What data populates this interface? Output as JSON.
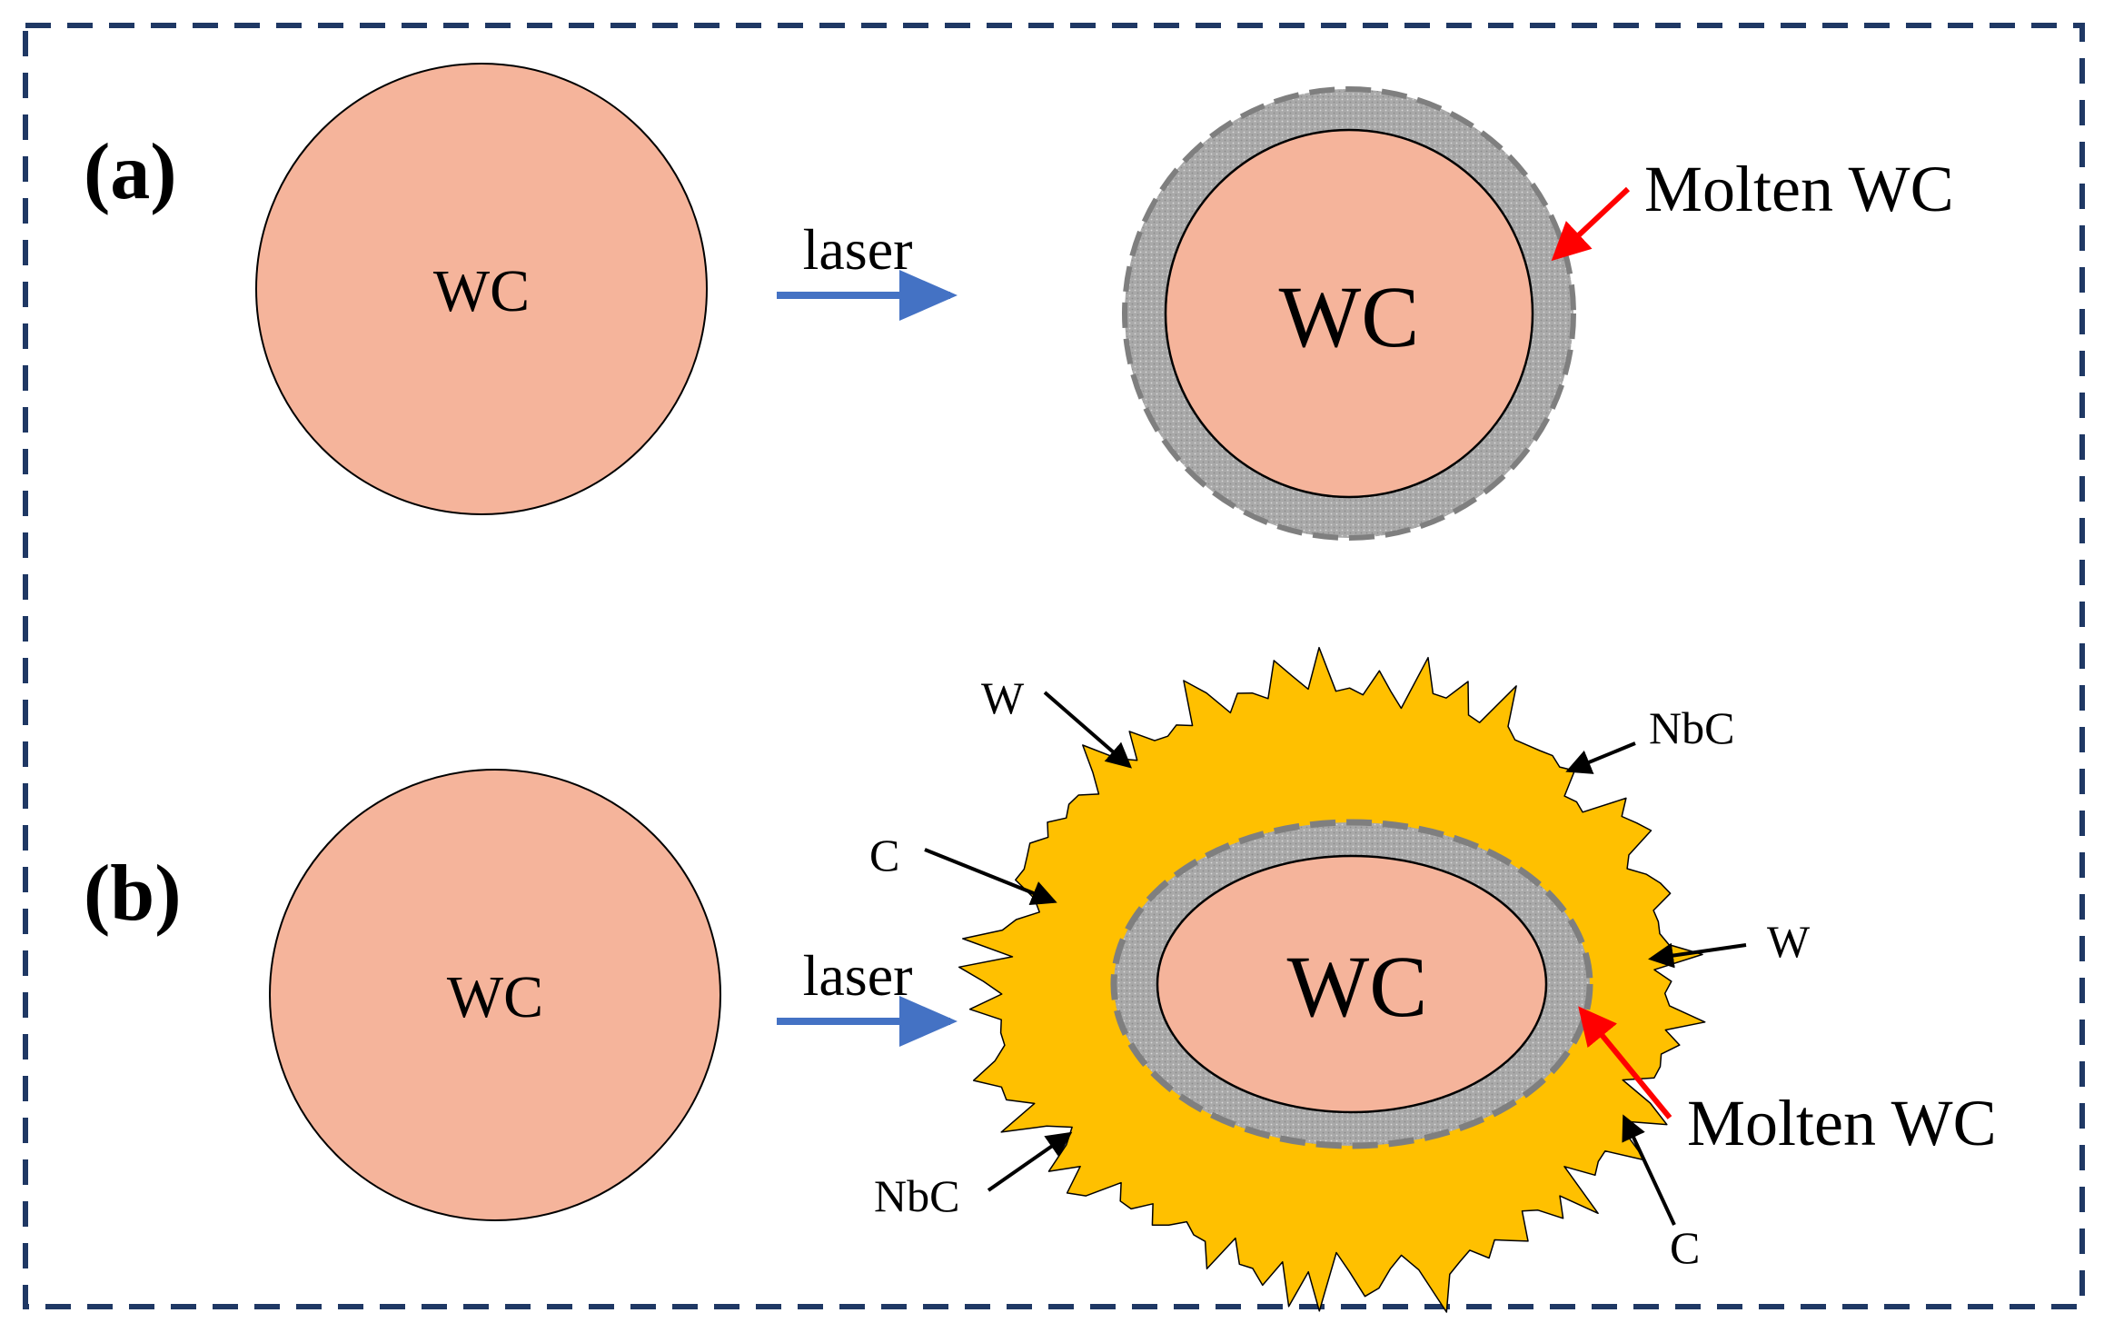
{
  "panels": {
    "a": {
      "label": "(a)",
      "particle_label": "WC",
      "arrow_label": "laser",
      "result_label": "WC",
      "callout": "Molten WC"
    },
    "b": {
      "label": "(b)",
      "particle_label": "WC",
      "arrow_label": "laser",
      "result_label": "WC",
      "callout": "Molten WC",
      "phases": {
        "w_top": "W",
        "nbc_top": "NbC",
        "c_left": "C",
        "w_right": "W",
        "nbc_bottom": "NbC",
        "c_bottom": "C"
      }
    }
  },
  "colors": {
    "wc_fill": "#F5B49B",
    "molten_fill": "#A8A8A8",
    "reaction_fill": "#FFC000",
    "laser_arrow": "#4472C4",
    "callout_arrow": "#FF0000",
    "frame_border": "#1F3864",
    "molten_border": "#7F7F7F"
  }
}
